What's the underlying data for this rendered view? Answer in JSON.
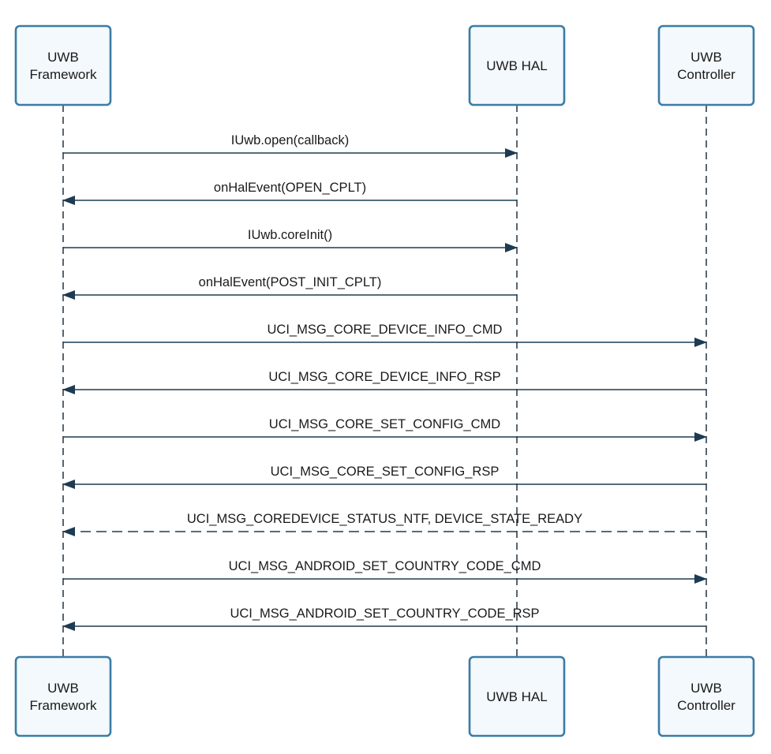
{
  "participants": [
    {
      "id": "framework",
      "label_lines": [
        "UWB",
        "Framework"
      ]
    },
    {
      "id": "hal",
      "label_lines": [
        "UWB HAL"
      ]
    },
    {
      "id": "controller",
      "label_lines": [
        "UWB",
        "Controller"
      ]
    }
  ],
  "messages": [
    {
      "from": "framework",
      "to": "hal",
      "label": "IUwb.open(callback)",
      "style": "solid"
    },
    {
      "from": "hal",
      "to": "framework",
      "label": "onHalEvent(OPEN_CPLT)",
      "style": "solid"
    },
    {
      "from": "framework",
      "to": "hal",
      "label": "IUwb.coreInit()",
      "style": "solid"
    },
    {
      "from": "hal",
      "to": "framework",
      "label": "onHalEvent(POST_INIT_CPLT)",
      "style": "solid"
    },
    {
      "from": "framework",
      "to": "controller",
      "label": "UCI_MSG_CORE_DEVICE_INFO_CMD",
      "style": "solid"
    },
    {
      "from": "controller",
      "to": "framework",
      "label": "UCI_MSG_CORE_DEVICE_INFO_RSP",
      "style": "solid"
    },
    {
      "from": "framework",
      "to": "controller",
      "label": "UCI_MSG_CORE_SET_CONFIG_CMD",
      "style": "solid"
    },
    {
      "from": "controller",
      "to": "framework",
      "label": "UCI_MSG_CORE_SET_CONFIG_RSP",
      "style": "solid"
    },
    {
      "from": "controller",
      "to": "framework",
      "label": "UCI_MSG_COREDEVICE_STATUS_NTF, DEVICE_STATE_READY",
      "style": "dashed"
    },
    {
      "from": "framework",
      "to": "controller",
      "label": "UCI_MSG_ANDROID_SET_COUNTRY_CODE_CMD",
      "style": "solid"
    },
    {
      "from": "controller",
      "to": "framework",
      "label": "UCI_MSG_ANDROID_SET_COUNTRY_CODE_RSP",
      "style": "solid"
    }
  ],
  "colors": {
    "box_border": "#3b7ba6",
    "box_fill": "#f3f9fc",
    "line": "#1d3b52",
    "lifeline": "#2f3f4c"
  }
}
